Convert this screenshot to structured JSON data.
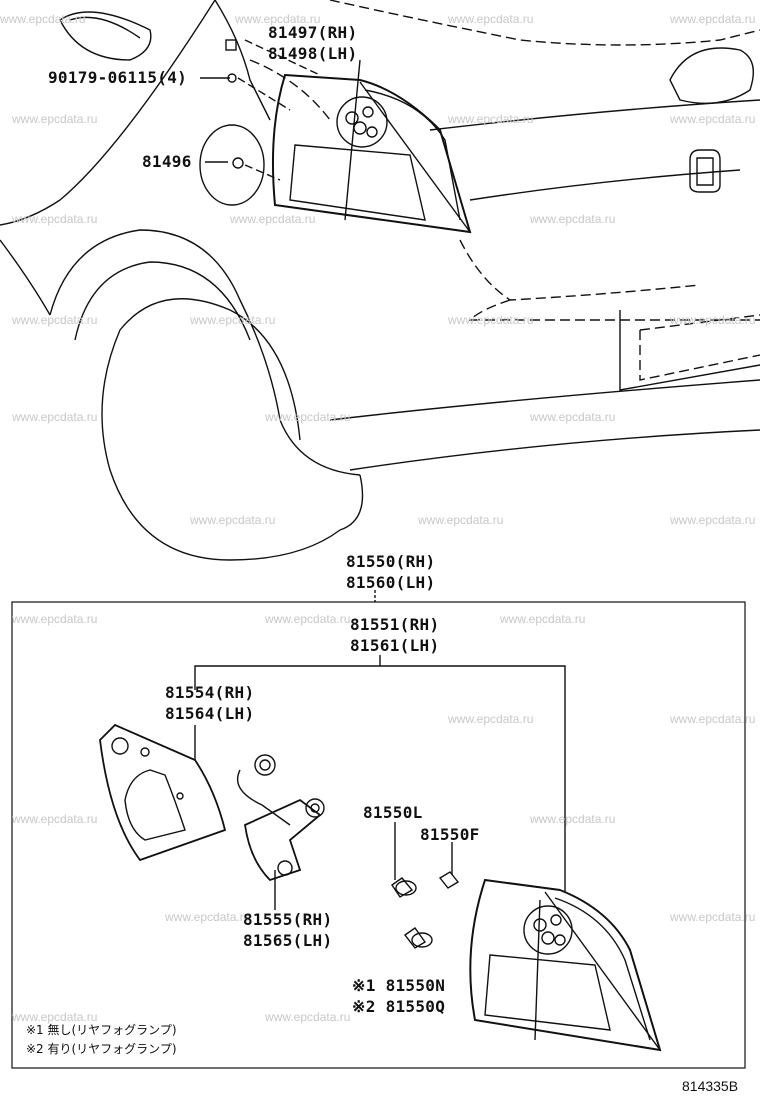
{
  "watermark": "www.epcdata.ru",
  "parts": {
    "p81497": "81497(RH)",
    "p81498": "81498(LH)",
    "p90179": "90179-06115(4)",
    "p81496": "81496",
    "p81550": "81550(RH)",
    "p81560": "81560(LH)",
    "p81551": "81551(RH)",
    "p81561": "81561(LH)",
    "p81554": "81554(RH)",
    "p81564": "81564(LH)",
    "p81550L": "81550L",
    "p81550F": "81550F",
    "p81555": "81555(RH)",
    "p81565": "81565(LH)",
    "p81550N": "※1 81550N",
    "p81550Q": "※2 81550Q"
  },
  "notes": {
    "n1": "※1 無し(リヤフォグランプ)",
    "n2": "※2 有り(リヤフォグランプ)"
  },
  "diagram_code": "814335B"
}
